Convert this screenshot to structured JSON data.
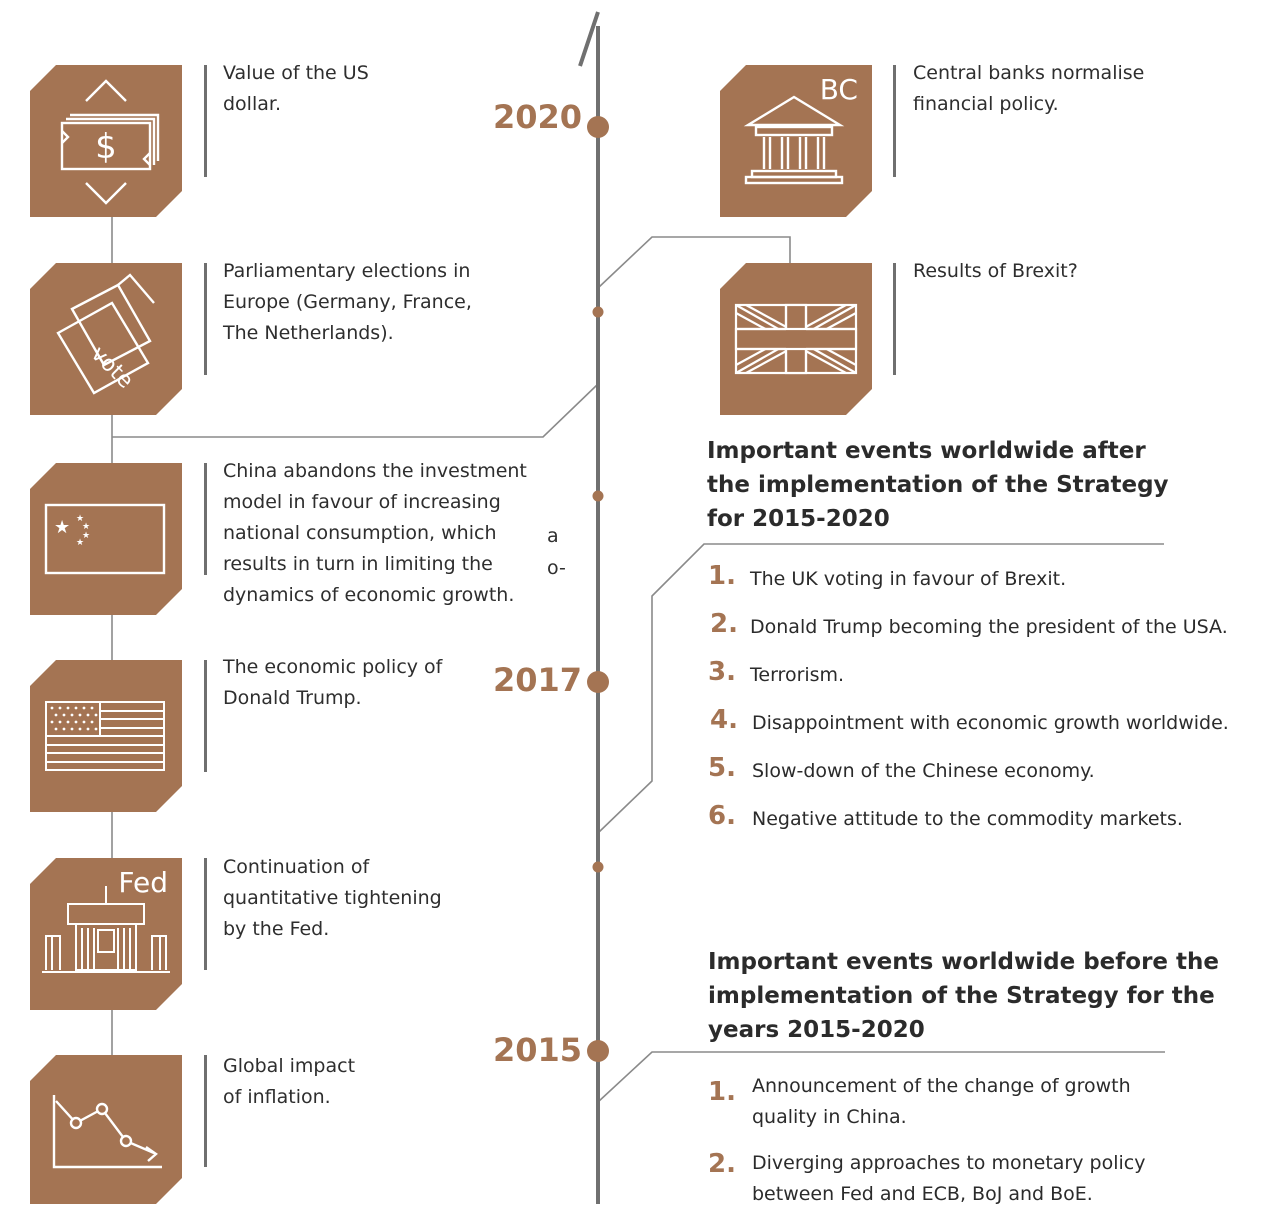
{
  "events_left": [
    {
      "icon": "dollar-icon",
      "text": "Value of the US\ndollar."
    },
    {
      "icon": "ballot-vote-icon",
      "icon_text": "vote",
      "text": "Parliamentary elections in\nEurope (Germany, France,\nThe Netherlands)."
    },
    {
      "icon": "china-flag-icon",
      "text": "China abandons the investment\nmodel in favour of increasing\nnational consumption, which\nresults in turn in limiting the\ndynamics of economic growth."
    },
    {
      "icon": "us-flag-icon",
      "text": "The economic policy of\nDonald Trump."
    },
    {
      "icon": "federal-reserve-icon",
      "tag": "Fed",
      "text": "Continuation of\nquantitative tightening\nby the Fed."
    },
    {
      "icon": "declining-chart-icon",
      "text": "Global impact\nof inflation."
    }
  ],
  "events_right": [
    {
      "icon": "central-bank-icon",
      "tag": "BC",
      "text": "Central banks normalise\nfinancial policy."
    },
    {
      "icon": "uk-flag-icon",
      "text": "Results of Brexit?"
    }
  ],
  "fragments": {
    "a": "a",
    "o": "o-"
  },
  "years": [
    "2020",
    "2017",
    "2015"
  ],
  "after": {
    "heading": "Important events worldwide after\nthe implementation of the Strategy\nfor 2015-2020",
    "items": [
      {
        "num": "1.",
        "text": "The UK voting in favour of Brexit."
      },
      {
        "num": "2.",
        "text": "Donald Trump becoming the president of the USA."
      },
      {
        "num": "3.",
        "text": "Terrorism."
      },
      {
        "num": "4.",
        "text": "Disappointment with economic growth worldwide."
      },
      {
        "num": "5.",
        "text": "Slow-down of the Chinese economy."
      },
      {
        "num": "6.",
        "text": "Negative attitude to the commodity markets."
      }
    ]
  },
  "before": {
    "heading": "Important events worldwide before the\nimplementation of the Strategy for the\nyears 2015-2020",
    "items": [
      {
        "num": "1.",
        "text": "Announcement of the change of growth\nquality in China."
      },
      {
        "num": "2.",
        "text": "Diverging approaches to monetary policy\nbetween Fed and ECB, BoJ and BoE."
      }
    ]
  },
  "colors": {
    "accent": "#a47453",
    "line": "#6f6f6f",
    "text": "#2b2b2b"
  }
}
